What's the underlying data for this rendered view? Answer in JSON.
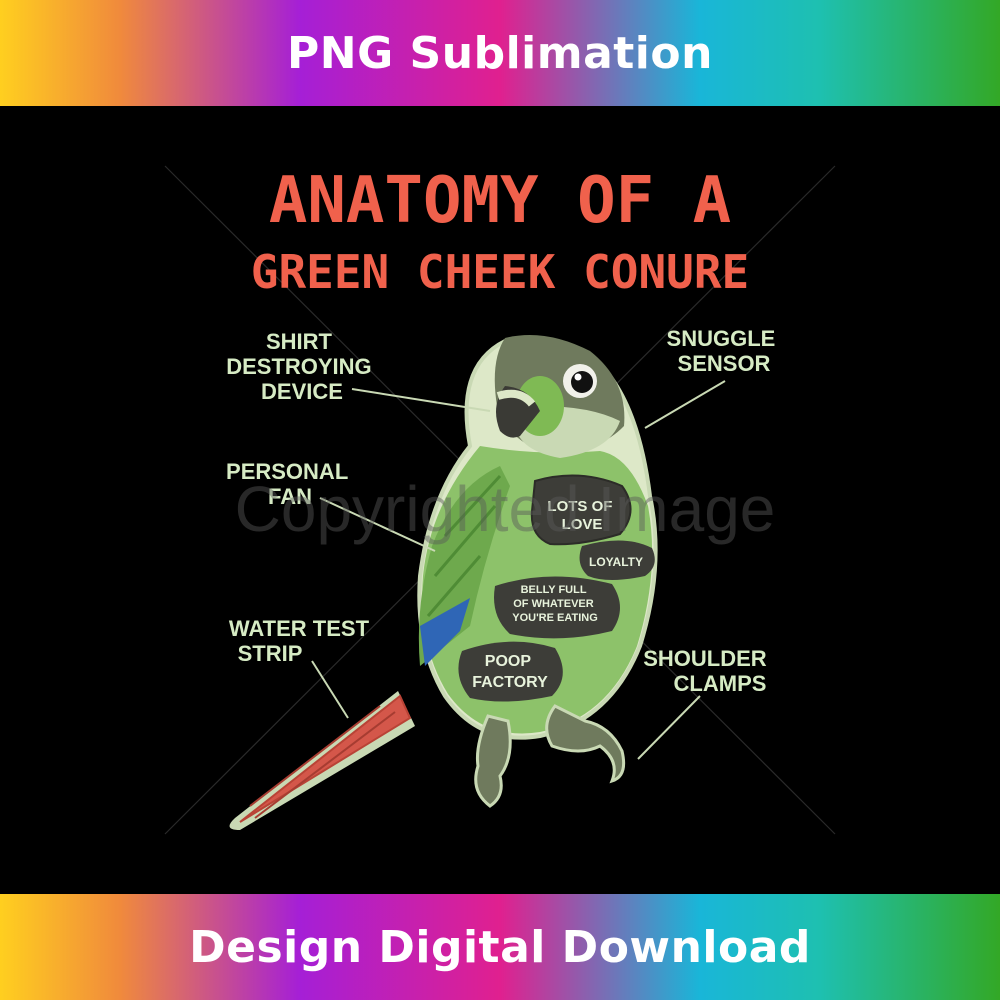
{
  "banner_top": {
    "text": "PNG Sublimation"
  },
  "banner_bottom": {
    "text": "Design Digital Download"
  },
  "title": {
    "line1": "ANATOMY OF A",
    "line2": "GREEN CHEEK CONURE"
  },
  "labels": {
    "shirt": [
      "SHIRT",
      "DESTROYING",
      "DEVICE"
    ],
    "snuggle": [
      "SNUGGLE",
      "SENSOR"
    ],
    "fan": [
      "PERSONAL",
      "FAN"
    ],
    "water": [
      "WATER TEST",
      "STRIP"
    ],
    "shoulder": [
      "SHOULDER",
      "CLAMPS"
    ]
  },
  "organs": {
    "love": [
      "LOTS OF",
      "LOVE"
    ],
    "loyalty": [
      "LOYALTY"
    ],
    "belly": [
      "BELLY FULL",
      "OF WHATEVER",
      "YOU'RE EATING"
    ],
    "poop": [
      "POOP",
      "FACTORY"
    ]
  },
  "watermark": "Copyrighted Image",
  "colors": {
    "title": "#f0614c",
    "label": "#d6ebc4",
    "body_green": "#8dc26a",
    "belly_light": "#dde8c8",
    "head_gray": "#6f7a5d",
    "organ_gray": "#3d3d38",
    "tail_red": "#d4574a",
    "wing_blue": "#2f66b6"
  }
}
